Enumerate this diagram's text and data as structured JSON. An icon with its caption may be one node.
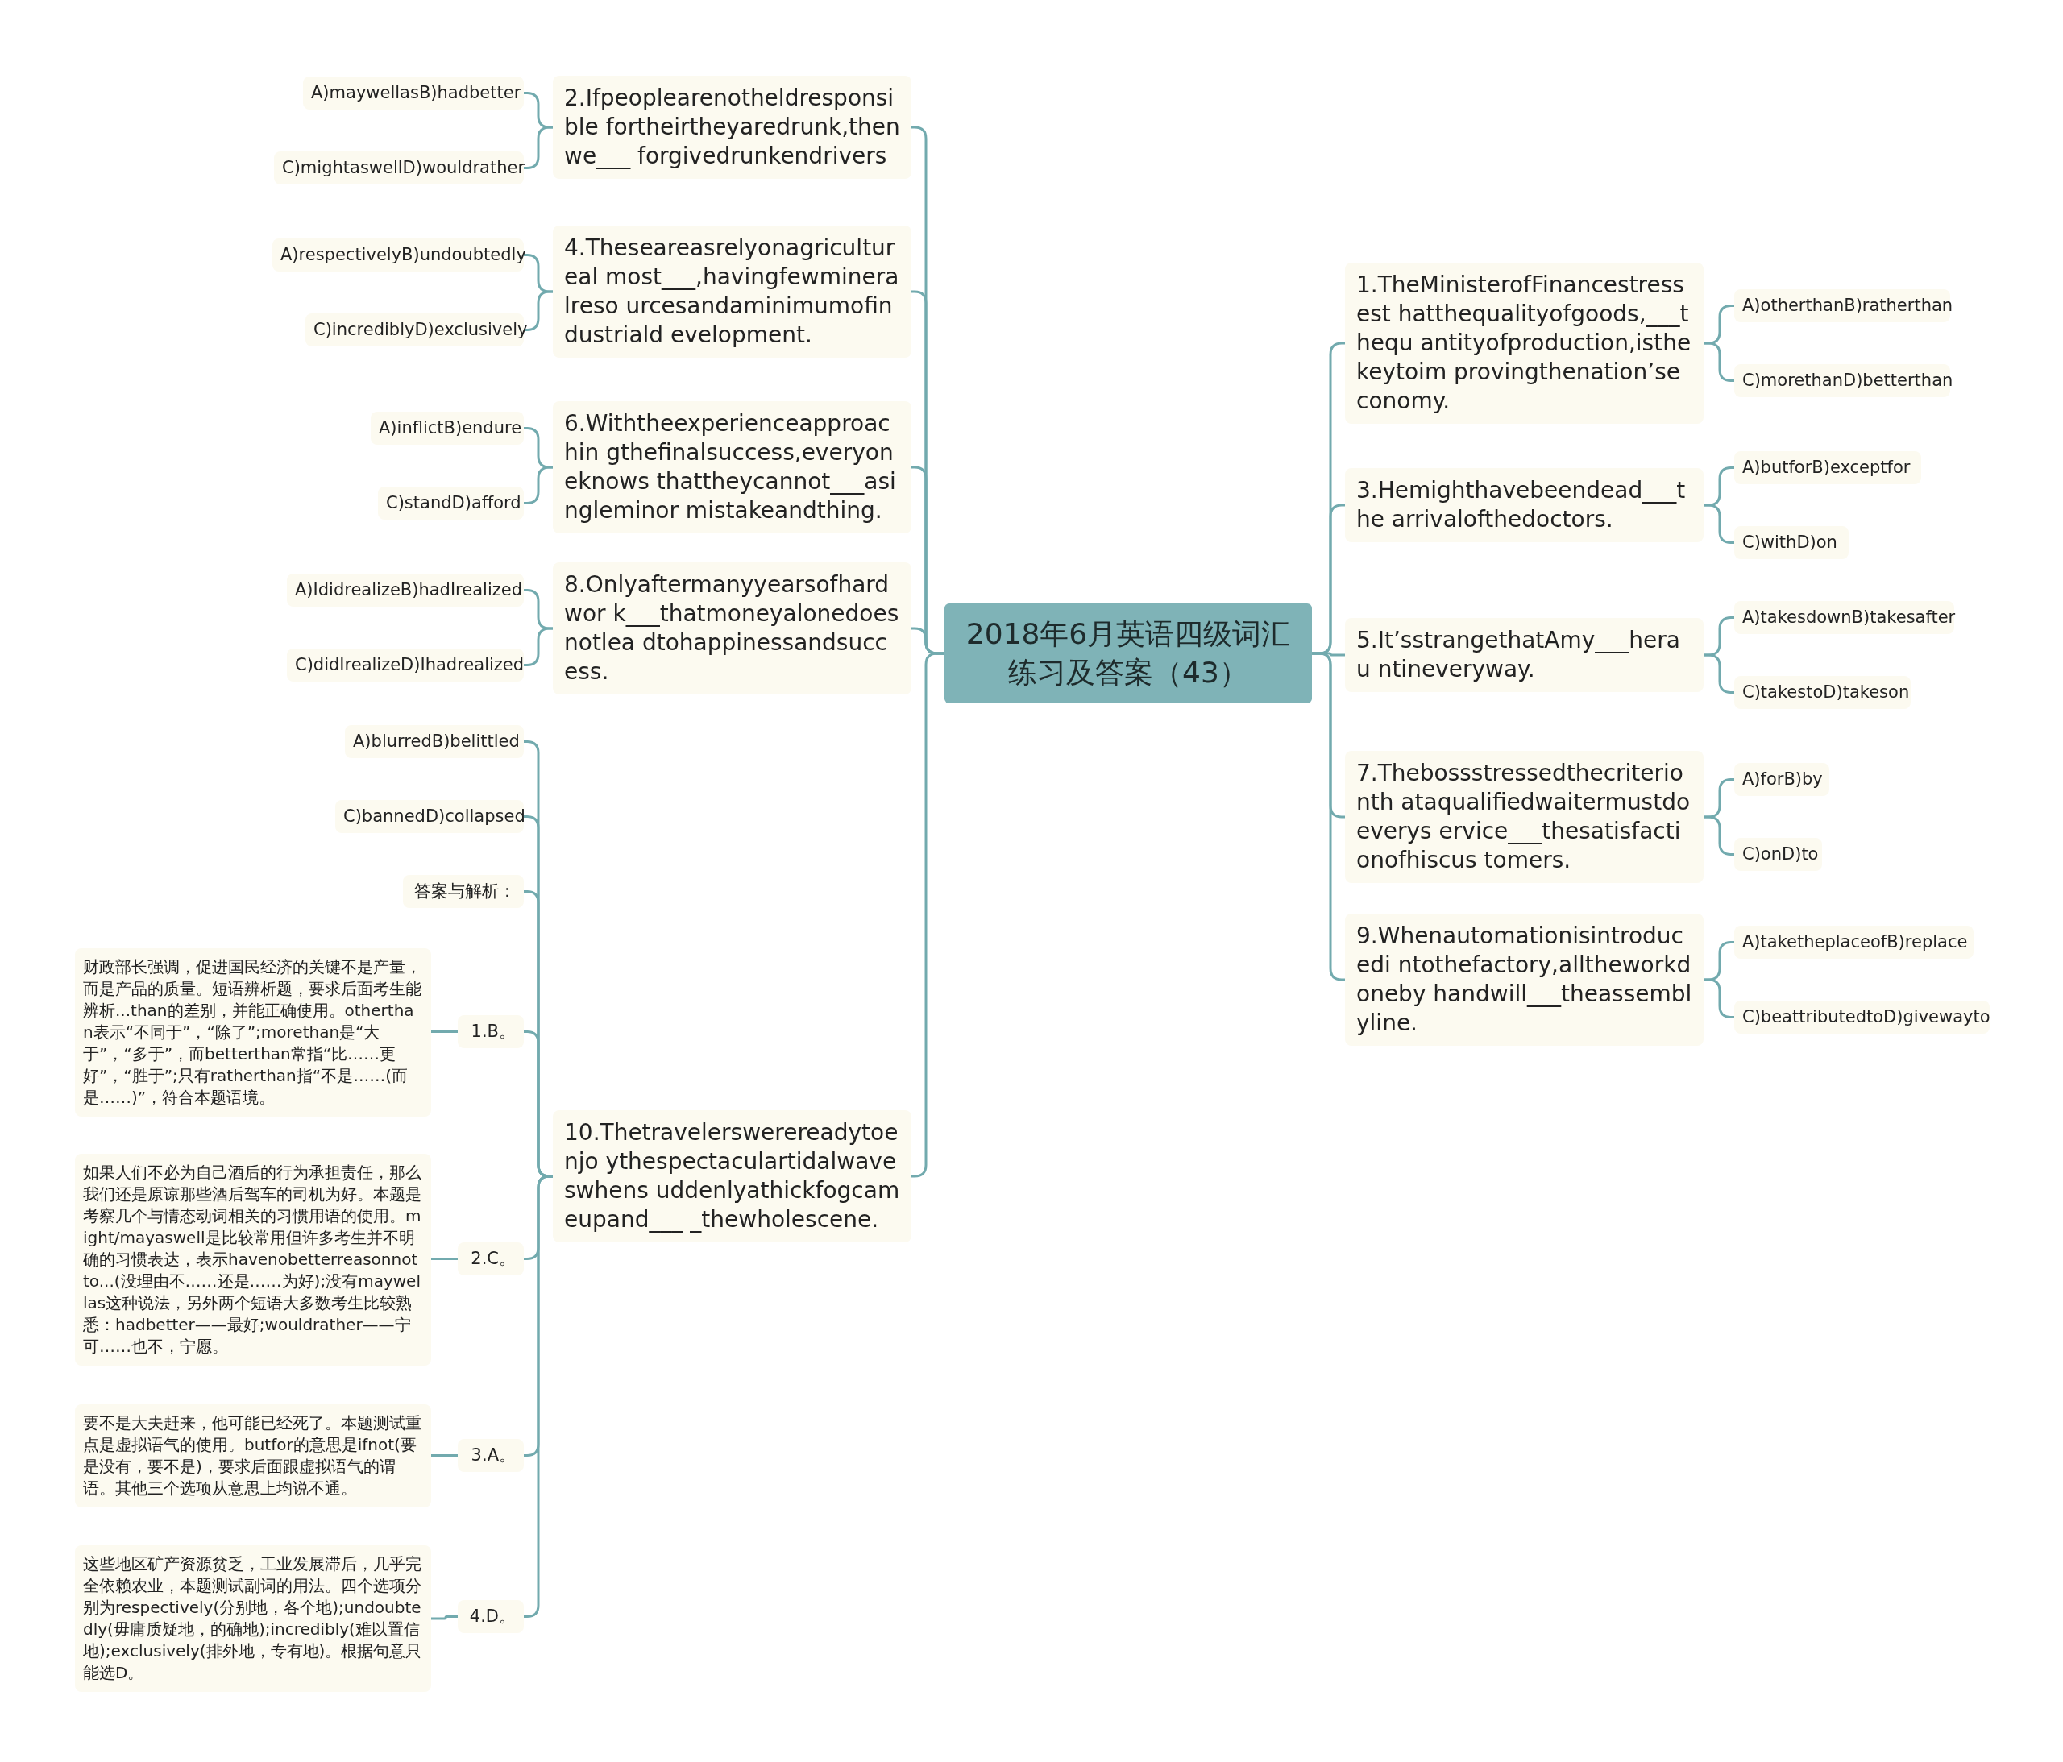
{
  "diagram": {
    "nodes": [
      {
        "text": [
          "2018年6月英语四级词汇练习及答案（43）"
        ]
      },
      {
        "text": [
          "2.Ifpeoplearenotheldresponsible fortheirtheyaredrunk,thenwe___ forgivedrunkendrivers"
        ]
      },
      {
        "text": [
          "A)maywellasB)hadbetter"
        ]
      },
      {
        "text": [
          "C)mightaswellD)wouldrather"
        ]
      },
      {
        "text": [
          "4.Theseareasrelyonagricultureal most___,havingfewmineralreso urcesandaminimumofindustriald evelopment."
        ]
      },
      {
        "text": [
          "A)respectivelyB)undoubtedly"
        ]
      },
      {
        "text": [
          "C)incrediblyD)exclusively"
        ]
      },
      {
        "text": [
          "6.Withtheexperienceapproachin gthefinalsuccess,everyoneknows thattheycannot___asingleminor mistakeandthing."
        ]
      },
      {
        "text": [
          "A)inflictB)endure"
        ]
      },
      {
        "text": [
          "C)standD)afford"
        ]
      },
      {
        "text": [
          "8.Onlyaftermanyyearsofhardwor k___thatmoneyalonedoesnotlea dtohappinessandsuccess."
        ]
      },
      {
        "text": [
          "A)IdidrealizeB)hadIrealized"
        ]
      },
      {
        "text": [
          "C)didIrealizeD)Ihadrealized"
        ]
      },
      {
        "text": [
          "10.Thetravelerswerereadytoenjo ythespectaculartidalwaveswhens uddenlyathickfogcameupand___ _thewholescene."
        ]
      },
      {
        "text": [
          "A)blurredB)belittled"
        ]
      },
      {
        "text": [
          "C)bannedD)collapsed"
        ]
      },
      {
        "text": [
          "答案与解析："
        ]
      },
      {
        "text": [
          "1.B。"
        ]
      },
      {
        "text": [
          "财政部长强调，促进国民经济的关键不是产量，而是产品的质量。短语辨析题，要求后面考生能辨析...than的差别，并能正确使用。otherthan表示“不同于”，“除了”;morethan是“大于”，“多于”，而betterthan常指“比……更好”，“胜于”;只有ratherthan指“不是……(而是……)”，符合本题语境。"
        ]
      },
      {
        "text": [
          "2.C。"
        ]
      },
      {
        "text": [
          "如果人们不必为自己酒后的行为承担责任，那么我们还是原谅那些酒后驾车的司机为好。本题是考察几个与情态动词相关的习惯用语的使用。might/mayaswell是比较常用但许多考生并不明确的习惯表达，表示havenobetterreasonnotto...(没理由不……还是……为好);没有maywellas这种说法，另外两个短语大多数考生比较熟悉：hadbetter——最好;wouldrather——宁可……也不，宁愿。"
        ]
      },
      {
        "text": [
          "3.A。"
        ]
      },
      {
        "text": [
          "要不是大夫赶来，他可能已经死了。本题测试重点是虚拟语气的使用。butfor的意思是ifnot(要是没有，要不是)，要求后面跟虚拟语气的谓语。其他三个选项从意思上均说不通。"
        ]
      },
      {
        "text": [
          "4.D。"
        ]
      },
      {
        "text": [
          "这些地区矿产资源贫乏，工业发展滞后，几乎完全依赖农业，本题测试副词的用法。四个选项分别为respectively(分别地，各个地);undoubtedly(毋庸质疑地，的确地);incredibly(难以置信地);exclusively(排外地，专有地)。根据句意只能选D。"
        ]
      },
      {
        "text": [
          "1.TheMinisterofFinancestressest hatthequalityofgoods,___thequ antityofproduction,isthekeytoim provingthenation’seconomy."
        ]
      },
      {
        "text": [
          "A)otherthanB)ratherthan"
        ]
      },
      {
        "text": [
          "C)morethanD)betterthan"
        ]
      },
      {
        "text": [
          "3.Hemighthavebeendead___the arrivalofthedoctors."
        ]
      },
      {
        "text": [
          "A)butforB)exceptfor"
        ]
      },
      {
        "text": [
          "C)withD)on"
        ]
      },
      {
        "text": [
          "5.It’sstrangethatAmy___herau ntineveryway."
        ]
      },
      {
        "text": [
          "A)takesdownB)takesafter"
        ]
      },
      {
        "text": [
          "C)takestoD)takeson"
        ]
      },
      {
        "text": [
          "7.Thebossstressedthecriterionth ataqualifiedwaitermustdoeverys ervice___thesatisfactionofhiscus tomers."
        ]
      },
      {
        "text": [
          "A)forB)by"
        ]
      },
      {
        "text": [
          "C)onD)to"
        ]
      },
      {
        "text": [
          "9.Whenautomationisintroducedi ntothefactory,alltheworkdoneby handwill___theassemblyline."
        ]
      },
      {
        "text": [
          "A)taketheplaceofB)replace"
        ]
      },
      {
        "text": [
          "C)beattributedtoD)givewayto"
        ]
      }
    ],
    "edges": [
      {
        "from": 0,
        "to": 1,
        "arrow": "none"
      },
      {
        "from": 1,
        "to": 2,
        "arrow": "none"
      },
      {
        "from": 1,
        "to": 3,
        "arrow": "none"
      },
      {
        "from": 0,
        "to": 4,
        "arrow": "none"
      },
      {
        "from": 4,
        "to": 5,
        "arrow": "none"
      },
      {
        "from": 4,
        "to": 6,
        "arrow": "none"
      },
      {
        "from": 0,
        "to": 7,
        "arrow": "none"
      },
      {
        "from": 7,
        "to": 8,
        "arrow": "none"
      },
      {
        "from": 7,
        "to": 9,
        "arrow": "none"
      },
      {
        "from": 0,
        "to": 10,
        "arrow": "none"
      },
      {
        "from": 10,
        "to": 11,
        "arrow": "none"
      },
      {
        "from": 10,
        "to": 12,
        "arrow": "none"
      },
      {
        "from": 0,
        "to": 13,
        "arrow": "none"
      },
      {
        "from": 13,
        "to": 14,
        "arrow": "none"
      },
      {
        "from": 13,
        "to": 15,
        "arrow": "none"
      },
      {
        "from": 13,
        "to": 16,
        "arrow": "none"
      },
      {
        "from": 13,
        "to": 17,
        "arrow": "none"
      },
      {
        "from": 17,
        "to": 18,
        "arrow": "none"
      },
      {
        "from": 13,
        "to": 19,
        "arrow": "none"
      },
      {
        "from": 19,
        "to": 20,
        "arrow": "none"
      },
      {
        "from": 13,
        "to": 21,
        "arrow": "none"
      },
      {
        "from": 21,
        "to": 22,
        "arrow": "none"
      },
      {
        "from": 13,
        "to": 23,
        "arrow": "none"
      },
      {
        "from": 23,
        "to": 24,
        "arrow": "none"
      },
      {
        "from": 0,
        "to": 25,
        "arrow": "none"
      },
      {
        "from": 25,
        "to": 26,
        "arrow": "none"
      },
      {
        "from": 25,
        "to": 27,
        "arrow": "none"
      },
      {
        "from": 0,
        "to": 28,
        "arrow": "none"
      },
      {
        "from": 28,
        "to": 29,
        "arrow": "none"
      },
      {
        "from": 28,
        "to": 30,
        "arrow": "none"
      },
      {
        "from": 0,
        "to": 31,
        "arrow": "none"
      },
      {
        "from": 31,
        "to": 32,
        "arrow": "none"
      },
      {
        "from": 31,
        "to": 33,
        "arrow": "none"
      },
      {
        "from": 0,
        "to": 34,
        "arrow": "none"
      },
      {
        "from": 34,
        "to": 35,
        "arrow": "none"
      },
      {
        "from": 34,
        "to": 36,
        "arrow": "none"
      },
      {
        "from": 0,
        "to": 37,
        "arrow": "none"
      },
      {
        "from": 37,
        "to": 38,
        "arrow": "none"
      },
      {
        "from": 37,
        "to": 39,
        "arrow": "none"
      }
    ]
  }
}
